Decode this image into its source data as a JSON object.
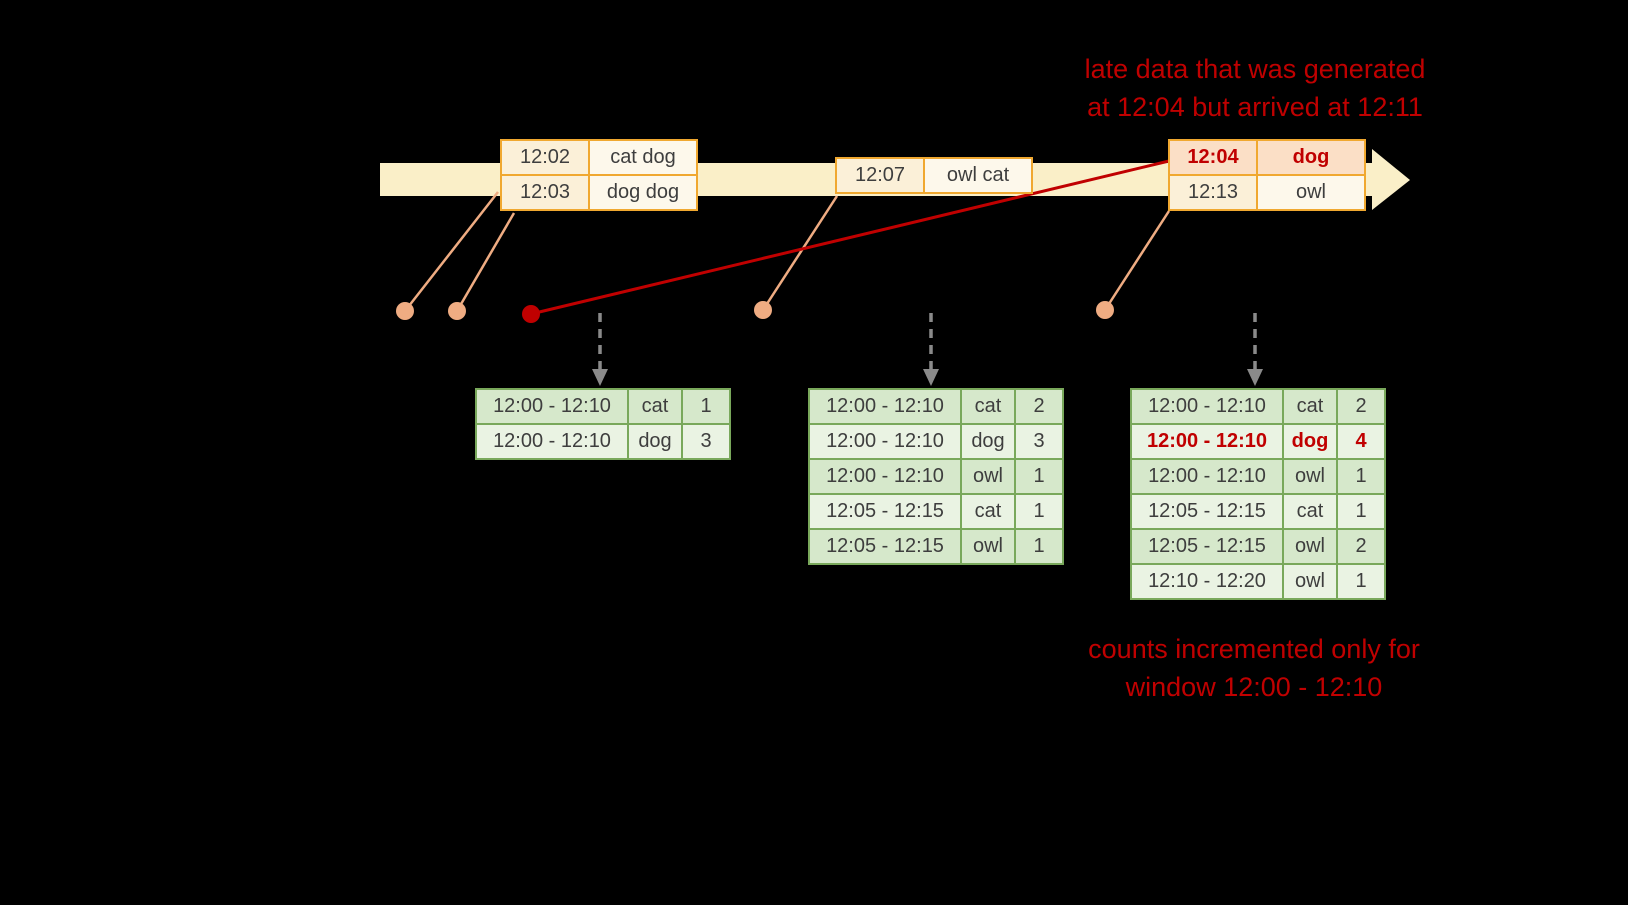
{
  "colors": {
    "background": "#000000",
    "timeline_fill": "#FAEFC8",
    "event_border": "#F0A830",
    "event_time_fill": "#FBF0D8",
    "event_words_fill": "#FDF8EB",
    "late_fill": "#FBDFC6",
    "red_accent": "#C00000",
    "green_border": "#79A85B",
    "green_row_dark": "#D6E8CB",
    "green_row_light": "#EAF3E3",
    "dot_peach": "#EFAC82",
    "arrow_gray": "#8A8A8A",
    "cell_text": "#3E3E3E"
  },
  "annotations": {
    "late_data": {
      "line1": "late data that was generated",
      "line2": "at 12:04 but arrived at 12:11"
    },
    "counts": {
      "line1": "counts incremented only for",
      "line2": "window 12:00 - 12:10"
    }
  },
  "event_tables": [
    {
      "rows": [
        {
          "time": "12:02",
          "words": "cat dog"
        },
        {
          "time": "12:03",
          "words": "dog dog"
        }
      ]
    },
    {
      "rows": [
        {
          "time": "12:07",
          "words": "owl cat"
        }
      ]
    },
    {
      "rows": [
        {
          "time": "12:04",
          "words": "dog",
          "late": true
        },
        {
          "time": "12:13",
          "words": "owl"
        }
      ]
    }
  ],
  "result_tables": [
    {
      "rows": [
        {
          "window": "12:00 - 12:10",
          "word": "cat",
          "count": "1"
        },
        {
          "window": "12:00 - 12:10",
          "word": "dog",
          "count": "3"
        }
      ]
    },
    {
      "rows": [
        {
          "window": "12:00 - 12:10",
          "word": "cat",
          "count": "2"
        },
        {
          "window": "12:00 - 12:10",
          "word": "dog",
          "count": "3"
        },
        {
          "window": "12:00 - 12:10",
          "word": "owl",
          "count": "1"
        },
        {
          "window": "12:05 - 12:15",
          "word": "cat",
          "count": "1"
        },
        {
          "window": "12:05 - 12:15",
          "word": "owl",
          "count": "1"
        }
      ]
    },
    {
      "rows": [
        {
          "window": "12:00 - 12:10",
          "word": "cat",
          "count": "2"
        },
        {
          "window": "12:00 - 12:10",
          "word": "dog",
          "count": "4",
          "highlight": true
        },
        {
          "window": "12:00 - 12:10",
          "word": "owl",
          "count": "1"
        },
        {
          "window": "12:05 - 12:15",
          "word": "cat",
          "count": "1"
        },
        {
          "window": "12:05 - 12:15",
          "word": "owl",
          "count": "2"
        },
        {
          "window": "12:10 - 12:20",
          "word": "owl",
          "count": "1"
        }
      ]
    }
  ]
}
